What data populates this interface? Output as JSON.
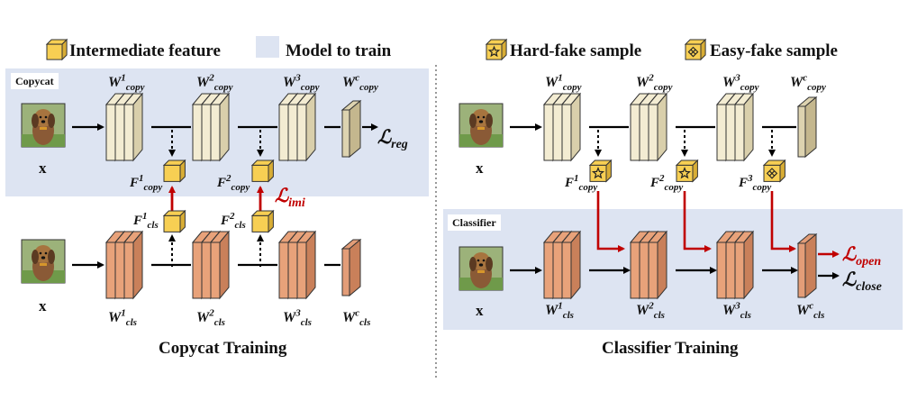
{
  "legend": {
    "intermediate_feature": "Intermediate feature",
    "model_to_train": "Model to train",
    "hard_fake_sample": "Hard-fake sample",
    "easy_fake_sample": "Easy-fake sample"
  },
  "panels": {
    "copycat_tag": "Copycat",
    "classifier_tag": "Classifier"
  },
  "captions": {
    "left": "Copycat Training",
    "right": "Classifier Training"
  },
  "input_label": "x",
  "weights": {
    "copy": [
      {
        "base": "W",
        "sup": "1",
        "sub": "copy"
      },
      {
        "base": "W",
        "sup": "2",
        "sub": "copy"
      },
      {
        "base": "W",
        "sup": "3",
        "sub": "copy"
      },
      {
        "base": "W",
        "sup": "c",
        "sub": "copy"
      }
    ],
    "cls": [
      {
        "base": "W",
        "sup": "1",
        "sub": "cls"
      },
      {
        "base": "W",
        "sup": "2",
        "sub": "cls"
      },
      {
        "base": "W",
        "sup": "3",
        "sub": "cls"
      },
      {
        "base": "W",
        "sup": "c",
        "sub": "cls"
      }
    ]
  },
  "features": {
    "copy": [
      {
        "base": "F",
        "sup": "1",
        "sub": "copy"
      },
      {
        "base": "F",
        "sup": "2",
        "sub": "copy"
      },
      {
        "base": "F",
        "sup": "3",
        "sub": "copy"
      }
    ],
    "cls": [
      {
        "base": "F",
        "sup": "1",
        "sub": "cls"
      },
      {
        "base": "F",
        "sup": "2",
        "sub": "cls"
      }
    ]
  },
  "losses": {
    "reg": {
      "base": "ℒ",
      "sub": "reg"
    },
    "imi": {
      "base": "ℒ",
      "sub": "imi"
    },
    "open": {
      "base": "ℒ",
      "sub": "open"
    },
    "close": {
      "base": "ℒ",
      "sub": "close"
    }
  },
  "colors": {
    "panel_bg": "#dde4f2",
    "copy_layer": "#f3ecd2",
    "copy_layer_fc": "#ddd0a8",
    "cls_layer": "#e8a27a",
    "cls_layer_fc": "#d9906a",
    "feature_cube": "#f7cf53",
    "loss_red": "#c00000",
    "arrow_red": "#c00000"
  }
}
